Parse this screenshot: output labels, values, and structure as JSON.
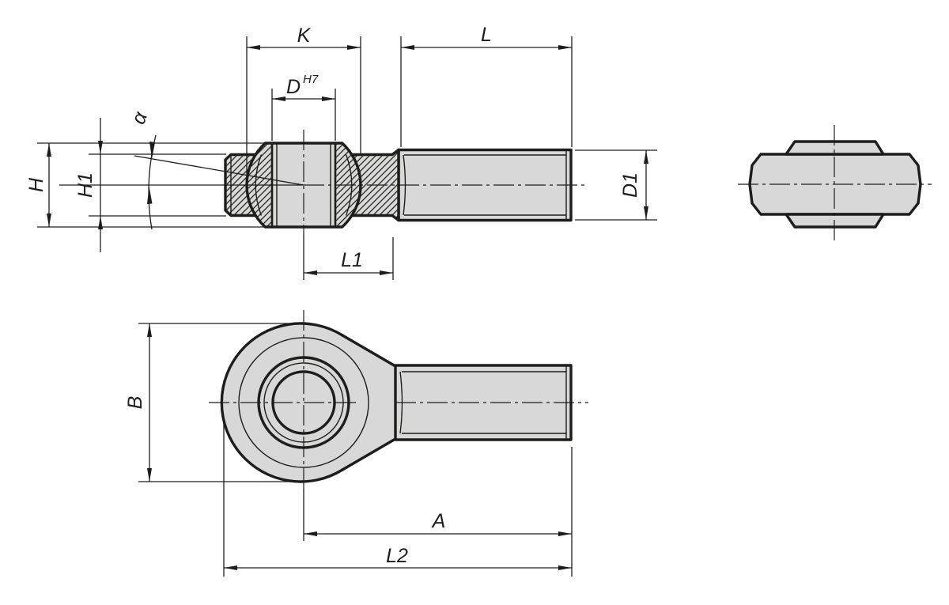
{
  "colors": {
    "background": "#ffffff",
    "line": "#1d1d1b",
    "part_fill": "#d8d8d8"
  },
  "labels": {
    "K": "K",
    "L": "L",
    "D": "D",
    "D_tolerance": "H7",
    "alpha": "α",
    "H": "H",
    "H1": "H1",
    "D1": "D1",
    "L1": "L1",
    "B": "B",
    "A": "A",
    "L2": "L2"
  }
}
